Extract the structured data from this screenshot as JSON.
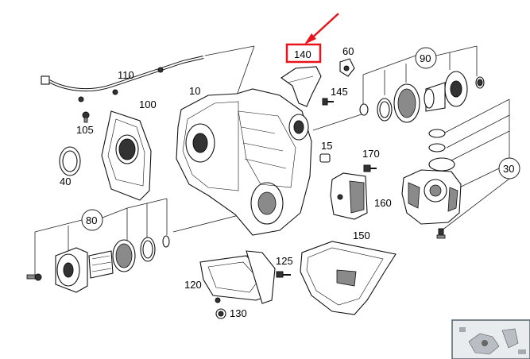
{
  "diagram": {
    "highlight_color": "#e8141b",
    "highlighted_label": "140",
    "labels": {
      "p10": "10",
      "p15": "15",
      "p30": "30",
      "p40": "40",
      "p60": "60",
      "p80": "80",
      "p90": "90",
      "p100": "100",
      "p105": "105",
      "p110": "110",
      "p120": "120",
      "p125": "125",
      "p130": "130",
      "p140": "140",
      "p145": "145",
      "p150": "150",
      "p160": "160",
      "p170": "170"
    }
  },
  "thumbnail": {
    "icon": "overview-thumbnail"
  }
}
